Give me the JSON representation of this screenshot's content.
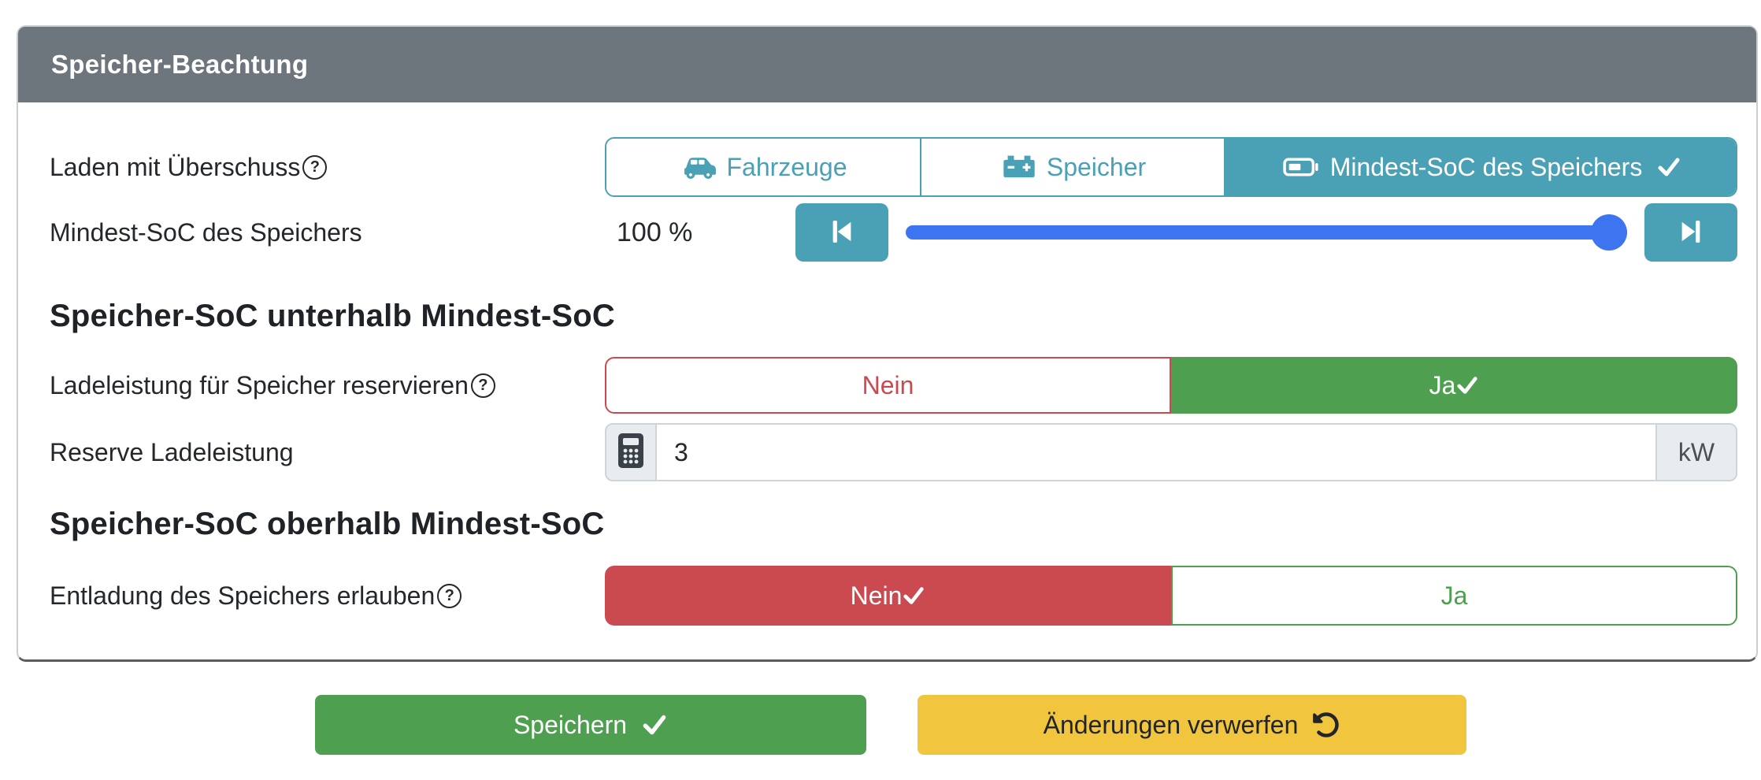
{
  "colors": {
    "teal": "#4aa0b4",
    "blue": "#3d75f0",
    "red": "#cb4a50",
    "green": "#4f9f50",
    "yellow": "#f2c53e",
    "header_gray": "#6d757d"
  },
  "icons": {
    "question_mark": "?"
  },
  "card": {
    "title": "Speicher-Beachtung"
  },
  "surplus_row": {
    "label": "Laden mit Überschuss",
    "options": [
      {
        "label": "Fahrzeuge",
        "icon": "car-icon",
        "selected": false
      },
      {
        "label": "Speicher",
        "icon": "car-battery-icon",
        "selected": false
      },
      {
        "label": "Mindest-SoC des Speichers",
        "icon": "battery-half-icon",
        "selected": true
      }
    ]
  },
  "min_soc_row": {
    "label": "Mindest-SoC des Speichers",
    "value": "100 %",
    "slider_percent": 100
  },
  "section_below": {
    "heading": "Speicher-SoC unterhalb Mindest-SoC"
  },
  "reserve_toggle_row": {
    "label": "Ladeleistung für Speicher reservieren",
    "no_label": "Nein",
    "yes_label": "Ja",
    "selected": "yes"
  },
  "reserve_power_row": {
    "label": "Reserve Ladeleistung",
    "value": "3",
    "unit": "kW",
    "addon_icon": "calculator-icon"
  },
  "section_above": {
    "heading": "Speicher-SoC oberhalb Mindest-SoC"
  },
  "discharge_toggle_row": {
    "label": "Entladung des Speichers erlauben",
    "no_label": "Nein",
    "yes_label": "Ja",
    "selected": "no"
  },
  "actions": {
    "save_label": "Speichern",
    "discard_label": "Änderungen verwerfen"
  }
}
